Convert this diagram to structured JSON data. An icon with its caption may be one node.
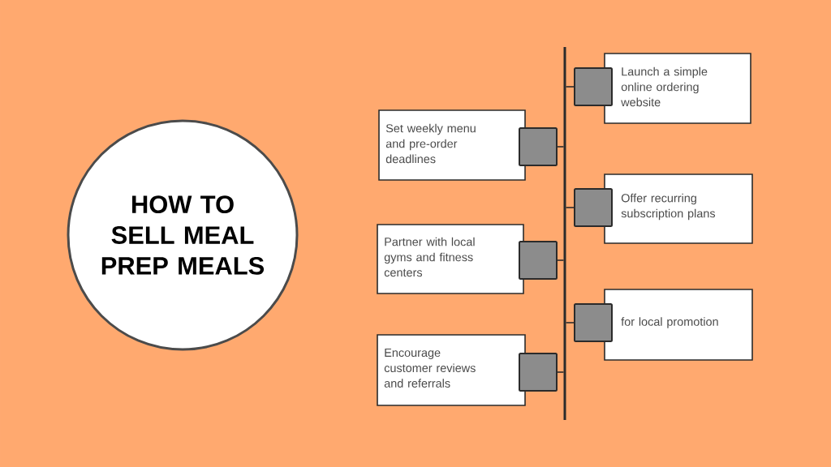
{
  "diagram": {
    "nodes": [
      {
        "text": [
          "HOW TO SELL MEAL PREP MEALS"
        ]
      },
      {
        "text": [],
        "shape": "bar"
      },
      {
        "text": [
          "Launch a simple online ordering website"
        ]
      },
      {
        "text": [
          "Set weekly menu and pre-order deadlines"
        ]
      },
      {
        "text": [
          "Offer recurring subscription plans"
        ]
      },
      {
        "text": [
          "Partner with local gyms and fitness centers"
        ]
      },
      {
        "text": [
          "for local promotion"
        ]
      },
      {
        "text": [
          "Encourage customer reviews and referrals"
        ]
      }
    ],
    "edges": [
      {
        "from": 2,
        "to": 1,
        "arrow": "none"
      },
      {
        "from": 3,
        "to": 1,
        "arrow": "none"
      },
      {
        "from": 4,
        "to": 1,
        "arrow": "none"
      },
      {
        "from": 5,
        "to": 1,
        "arrow": "none"
      },
      {
        "from": 6,
        "to": 1,
        "arrow": "none"
      },
      {
        "from": 7,
        "to": 1,
        "arrow": "none"
      }
    ]
  }
}
